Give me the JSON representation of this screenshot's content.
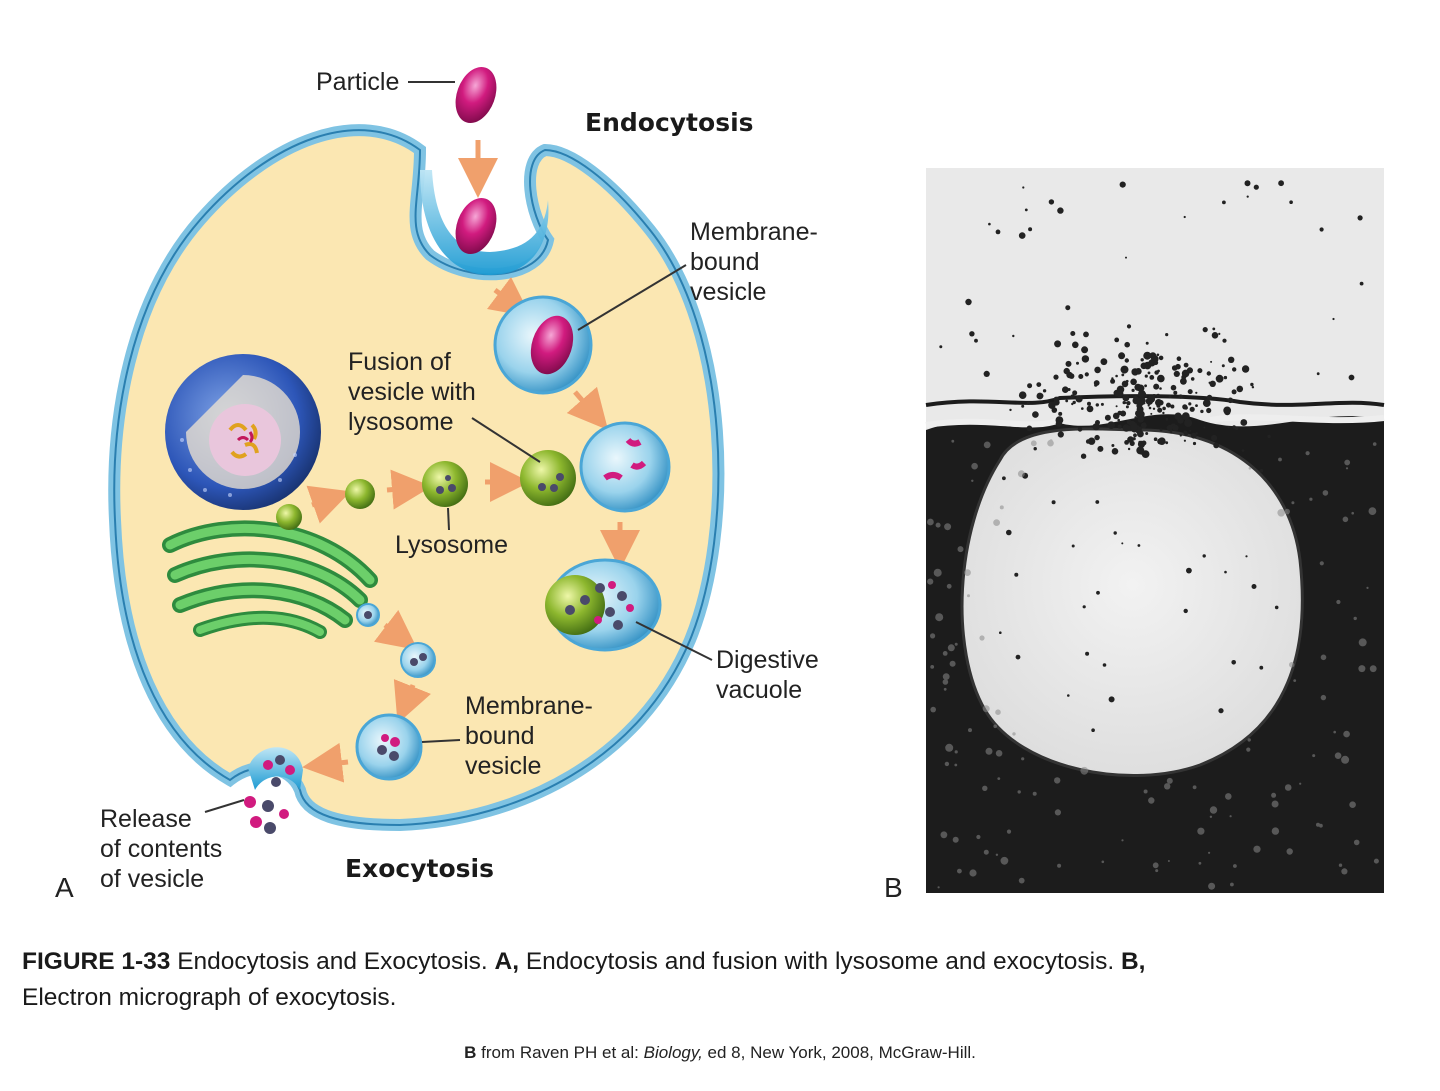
{
  "labels": {
    "particle": "Particle",
    "endocytosis": "Endocytosis",
    "membrane_bound_vesicle_top": [
      "Membrane-",
      "bound",
      "vesicle"
    ],
    "fusion": [
      "Fusion of",
      "vesicle with",
      "lysosome"
    ],
    "lysosome": "Lysosome",
    "digestive_vacuole": [
      "Digestive",
      "vacuole"
    ],
    "membrane_bound_vesicle_bottom": [
      "Membrane-",
      "bound",
      "vesicle"
    ],
    "release": [
      "Release",
      "of contents",
      "of vesicle"
    ],
    "exocytosis": "Exocytosis",
    "panel_a": "A",
    "panel_b": "B"
  },
  "caption": {
    "figure_number": "FIGURE 1-33",
    "title": " Endocytosis and Exocytosis. ",
    "part_a_letter": "A,",
    "part_a_text": " Endocytosis and fusion with lysosome and exocytosis. ",
    "part_b_letter": "B,",
    "part_b_text": "Electron micrograph of exocytosis."
  },
  "credit": {
    "letter": "B",
    "prefix": " from Raven PH et al: ",
    "book": "Biology,",
    "suffix": " ed 8, New York, 2008, McGraw-Hill."
  },
  "colors": {
    "cytoplasm": "#fbe7b2",
    "membrane": "#7fc3e3",
    "particle": "#d11b7f",
    "lysosome": "#8db72e",
    "golgi": "#3fae4f",
    "arrow": "#f0a06c"
  }
}
